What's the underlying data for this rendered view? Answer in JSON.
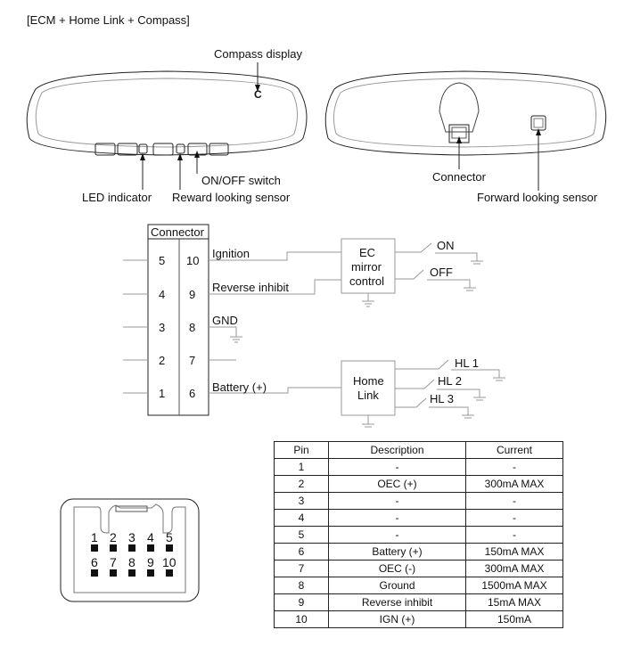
{
  "title": "[ECM + Home Link + Compass]",
  "front_mirror": {
    "compass_display": "Compass display",
    "compass_glyph": "C",
    "on_off_switch": "ON/OFF switch",
    "led_indicator": "LED indicator",
    "reward_sensor": "Reward looking sensor"
  },
  "rear_mirror": {
    "connector": "Connector",
    "forward_sensor": "Forward looking sensor"
  },
  "schematic": {
    "connector_header": "Connector",
    "rows": [
      {
        "left": "5",
        "right": "10",
        "signal": "Ignition"
      },
      {
        "left": "4",
        "right": "9",
        "signal": "Reverse inhibit"
      },
      {
        "left": "3",
        "right": "8",
        "signal": "GND"
      },
      {
        "left": "2",
        "right": "7",
        "signal": ""
      },
      {
        "left": "1",
        "right": "6",
        "signal": "Battery (+)"
      }
    ],
    "ec_box": [
      "EC",
      "mirror",
      "control"
    ],
    "ec_outputs": [
      "ON",
      "OFF"
    ],
    "homelink_box": [
      "Home",
      "Link"
    ],
    "homelink_outputs": [
      "HL 1",
      "HL 2",
      "HL 3"
    ]
  },
  "connector_face": {
    "top_row": [
      "1",
      "2",
      "3",
      "4",
      "5"
    ],
    "bottom_row": [
      "6",
      "7",
      "8",
      "9",
      "10"
    ]
  },
  "pin_table": {
    "headers": [
      "Pin",
      "Description",
      "Current"
    ],
    "rows": [
      [
        "1",
        "-",
        "-"
      ],
      [
        "2",
        "OEC (+)",
        "300mA MAX"
      ],
      [
        "3",
        "-",
        "-"
      ],
      [
        "4",
        "-",
        "-"
      ],
      [
        "5",
        "-",
        "-"
      ],
      [
        "6",
        "Battery (+)",
        "150mA MAX"
      ],
      [
        "7",
        "OEC (-)",
        "300mA MAX"
      ],
      [
        "8",
        "Ground",
        "1500mA MAX"
      ],
      [
        "9",
        "Reverse inhibit",
        "15mA MAX"
      ],
      [
        "10",
        "IGN (+)",
        "150mA"
      ]
    ]
  }
}
